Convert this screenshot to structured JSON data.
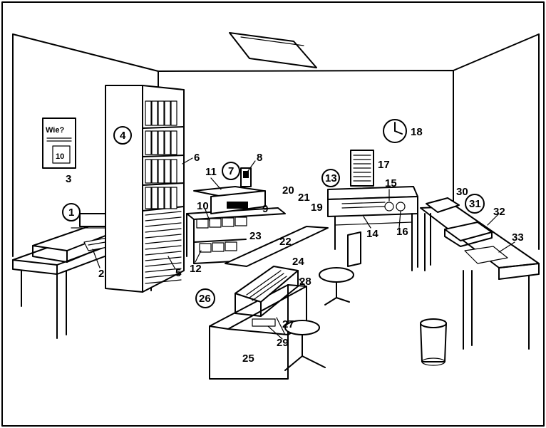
{
  "labels": {
    "n1": "1",
    "n2": "2",
    "n3": "3",
    "n4": "4",
    "n5": "5",
    "n6": "6",
    "n7": "7",
    "n8": "8",
    "n9": "9",
    "n10": "10",
    "n11": "11",
    "n12": "12",
    "n13": "13",
    "n14": "14",
    "n15": "15",
    "n16": "16",
    "n17": "17",
    "n18": "18",
    "n19": "19",
    "n20": "20",
    "n21": "21",
    "n22": "22",
    "n23": "23",
    "n24": "24",
    "n25": "25",
    "n26": "26",
    "n27": "27",
    "n28": "28",
    "n29": "29",
    "n30": "30",
    "n31": "31",
    "n32": "32",
    "n33": "33"
  },
  "calendar": {
    "day": "10"
  }
}
